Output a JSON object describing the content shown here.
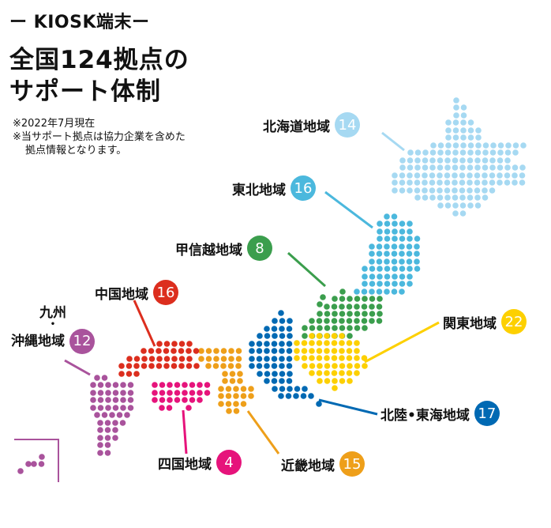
{
  "header": {
    "kiosk": "ー KIOSK端末ー",
    "title_line1": "全国124拠点の",
    "title_line2": "サポート体制"
  },
  "notes": {
    "line1": "※2022年7月現在",
    "line2": "※当サポート拠点は協力企業を含めた",
    "line3": "拠点情報となります。"
  },
  "regions": {
    "hokkaido": {
      "label": "北海道地域",
      "count": "14",
      "color": "#a6d9f2"
    },
    "tohoku": {
      "label": "東北地域",
      "count": "16",
      "color": "#4bb8dd"
    },
    "koshinetsu": {
      "label": "甲信越地域",
      "count": "8",
      "color": "#3b9e4d"
    },
    "chugoku": {
      "label": "中国地域",
      "count": "16",
      "color": "#dc2e1e"
    },
    "kyushu": {
      "label_top": "九州",
      "label_sep": "•",
      "label_bottom": "沖縄地域",
      "count": "12",
      "color": "#a9539c"
    },
    "kanto": {
      "label": "関東地域",
      "count": "22",
      "color": "#fdd000"
    },
    "hokuriku_tokai": {
      "label": "北陸•東海地域",
      "count": "17",
      "color": "#0069b3"
    },
    "shikoku": {
      "label": "四国地域",
      "count": "4",
      "color": "#e6137b"
    },
    "kinki": {
      "label": "近畿地域",
      "count": "15",
      "color": "#ee9f1a"
    }
  }
}
